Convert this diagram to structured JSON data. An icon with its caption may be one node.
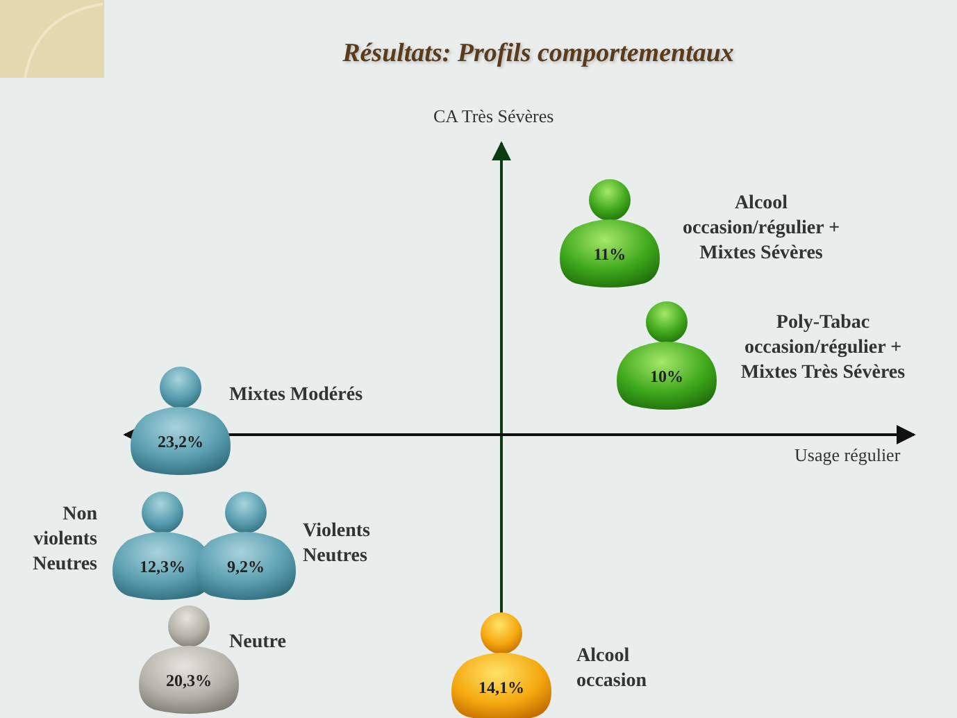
{
  "diagram": {
    "title": "Résultats: Profils comportementaux",
    "nodes": [
      {
        "text": [
          "11%"
        ],
        "beside": [
          "Alcool occasion/régulier + Mixtes Sévères"
        ]
      },
      {
        "text": [
          "10%"
        ],
        "beside": [
          "Poly-Tabac occasion/régulier + Mixtes Très Sévères"
        ]
      },
      {
        "text": [
          "23,2%"
        ],
        "beside": [
          "Mixtes Modérés"
        ]
      },
      {
        "text": [
          "12,3%"
        ],
        "beside": [
          "Non violents Neutres"
        ]
      },
      {
        "text": [
          "9,2%"
        ],
        "beside": [
          "Violents Neutres"
        ]
      },
      {
        "text": [
          "20,3%"
        ],
        "beside": [
          "Neutre"
        ]
      },
      {
        "text": [
          "14,1%"
        ],
        "beside": [
          "Alcool occasion"
        ]
      }
    ],
    "labels": [
      "CA Très Sévères",
      "Usage régulier"
    ]
  }
}
